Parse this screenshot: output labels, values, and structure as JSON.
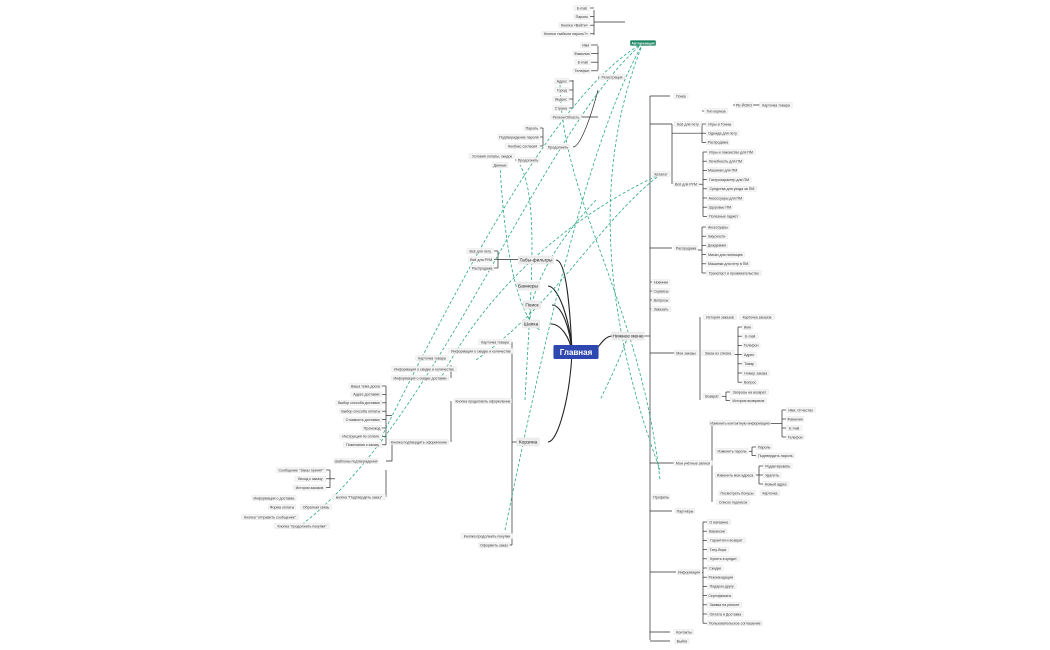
{
  "root": "Главная",
  "auth": "Авторизация",
  "menu": {
    "hub": "Нижнее меню",
    "catalog": {
      "label": "Каталог",
      "search": "Поиск",
      "dogs": {
        "label": "Всё для пету",
        "food": {
          "label": "Тип кормов",
          "sku": "РЕ-ЙОКО",
          "card": "Карточка товара"
        },
        "items": [
          "Игры и Тоины",
          "Одежда для пету",
          "Распродажа"
        ]
      },
      "pets": {
        "label": "Всё для РУМ",
        "items": [
          "Игры и лакомство для ПМ",
          "Лечебность для ПМ",
          "Машинки для ПМ",
          "Гастрохарактер для ПМ",
          "Средства для ухода за ПМ",
          "Аксессуары для ПМ",
          "Здоровье ПМ",
          "Полезные гаджет"
        ]
      },
      "sale": {
        "label": "Распродажа",
        "items": [
          "Аксессуары",
          "Вкусности",
          "Дождевики",
          "Миски для питомцев",
          "Машинки для пету в ПМ",
          "Транспорт и проживательство"
        ]
      },
      "extra": [
        "Новинки",
        "Сервисы",
        "Вопросы",
        "Заказать"
      ]
    },
    "profile": {
      "label": "Профиль",
      "orders": {
        "label": "Мои заказы",
        "history": "История заказов",
        "status_card": "Карточка заказов",
        "order_card": "Заказ из списка",
        "details": [
          "Имя",
          "E-mail",
          "Телефон",
          "Адрес",
          "Товар",
          "Номер заказа",
          "Вопрос"
        ],
        "returns": {
          "label": "Возврат",
          "items": [
            "Запросы на возврат",
            "История возвратов"
          ]
        }
      },
      "account": {
        "label": "Мои учётные записи",
        "contact": {
          "label": "Изменить контактную информацию",
          "items": [
            "Имя, Отчество",
            "Фамилия",
            "E-mail",
            "Телефон"
          ]
        },
        "password": {
          "label": "Изменить пароль",
          "items": [
            "Пароль",
            "Подтвердить пароль"
          ]
        },
        "address": {
          "label": "Изменить мои адреса",
          "items": [
            "Редактировать",
            "Удалить",
            "Новый адрес"
          ]
        },
        "bonus": {
          "label": "Посмотреть бонусы",
          "card": "Карточка"
        },
        "subs": "Список подписок"
      },
      "referral": "Партнёры",
      "info": {
        "label": "Информация",
        "items": [
          "О магазине",
          "Вакансии",
          "Гарантия и возврат",
          "Тату-Ворк",
          "Купить в кредит",
          "Скидки",
          "Рекомендации",
          "Подарок другу",
          "Сертификаты",
          "Заявка на ремонт",
          "Оплата и Доставка",
          "Пользовательское соглашение"
        ]
      },
      "contacts": "Контакты",
      "logout": "Выйти"
    }
  },
  "tabs": {
    "label": "Табы-фильтры",
    "items": [
      "Всё для пету",
      "Всё для РУМ",
      "Распродажа"
    ]
  },
  "banners": "Баннеры",
  "search": "Поиск",
  "header": "Шапка",
  "cart": {
    "label": "Корзина",
    "card": "Карточка товара",
    "info": "Информация о скидке и количестве",
    "card2": "Карточка товара",
    "qty": "Информация о скидке и количестве",
    "discount": "Информация о скидке доставки",
    "checkout": {
      "label": "Кнопка продолжить оформление",
      "items": [
        "Ваша тема доска",
        "Адрес доставки",
        "Выбор способа доставки",
        "Выбор способа оплаты",
        "Стоимость доставки",
        "Промокод",
        "Инструкция по оплате",
        "Пожелания к заказу"
      ],
      "confirm": "Кнопка подтвердить оформление"
    },
    "templates": "Шаблоны подтверждения",
    "confirm_order": {
      "label": "Оформить заказ",
      "via": "кнопка \"Подтвердить заказ\"",
      "items": [
        "Сообщение \"Заказ принят\"",
        "Вхоод к заказу",
        "История заказов",
        "Информация о доставке",
        "Форма оплаты",
        "Кнопка \"отправить сообщение\"",
        "Кнопка \"продолжить покупки\""
      ],
      "feedback": "Обратная связь"
    },
    "continue": "Кнопка продолжить покупки",
    "place": "Оформить заказ"
  },
  "registration": {
    "label": "Регистрация",
    "top": [
      "E-mail",
      "Пароль",
      "Кнопка «Войти»",
      "Кнопка «забыли пароль?»"
    ],
    "fields": [
      "Имя",
      "Фамилия",
      "E-mail",
      "Телефон"
    ],
    "reg": {
      "label": "Регион/Область",
      "items": [
        "Адрес",
        "Город",
        "Индекс",
        "Страна"
      ]
    },
    "recovery": {
      "label": "Продолжить",
      "items": [
        "Пароль",
        "Подтверждение пароля",
        "Чекбокс согласия"
      ]
    },
    "terms": {
      "label": "Продолжить",
      "items": [
        "Условия оплаты, скидок"
      ]
    },
    "name": "Данные"
  }
}
